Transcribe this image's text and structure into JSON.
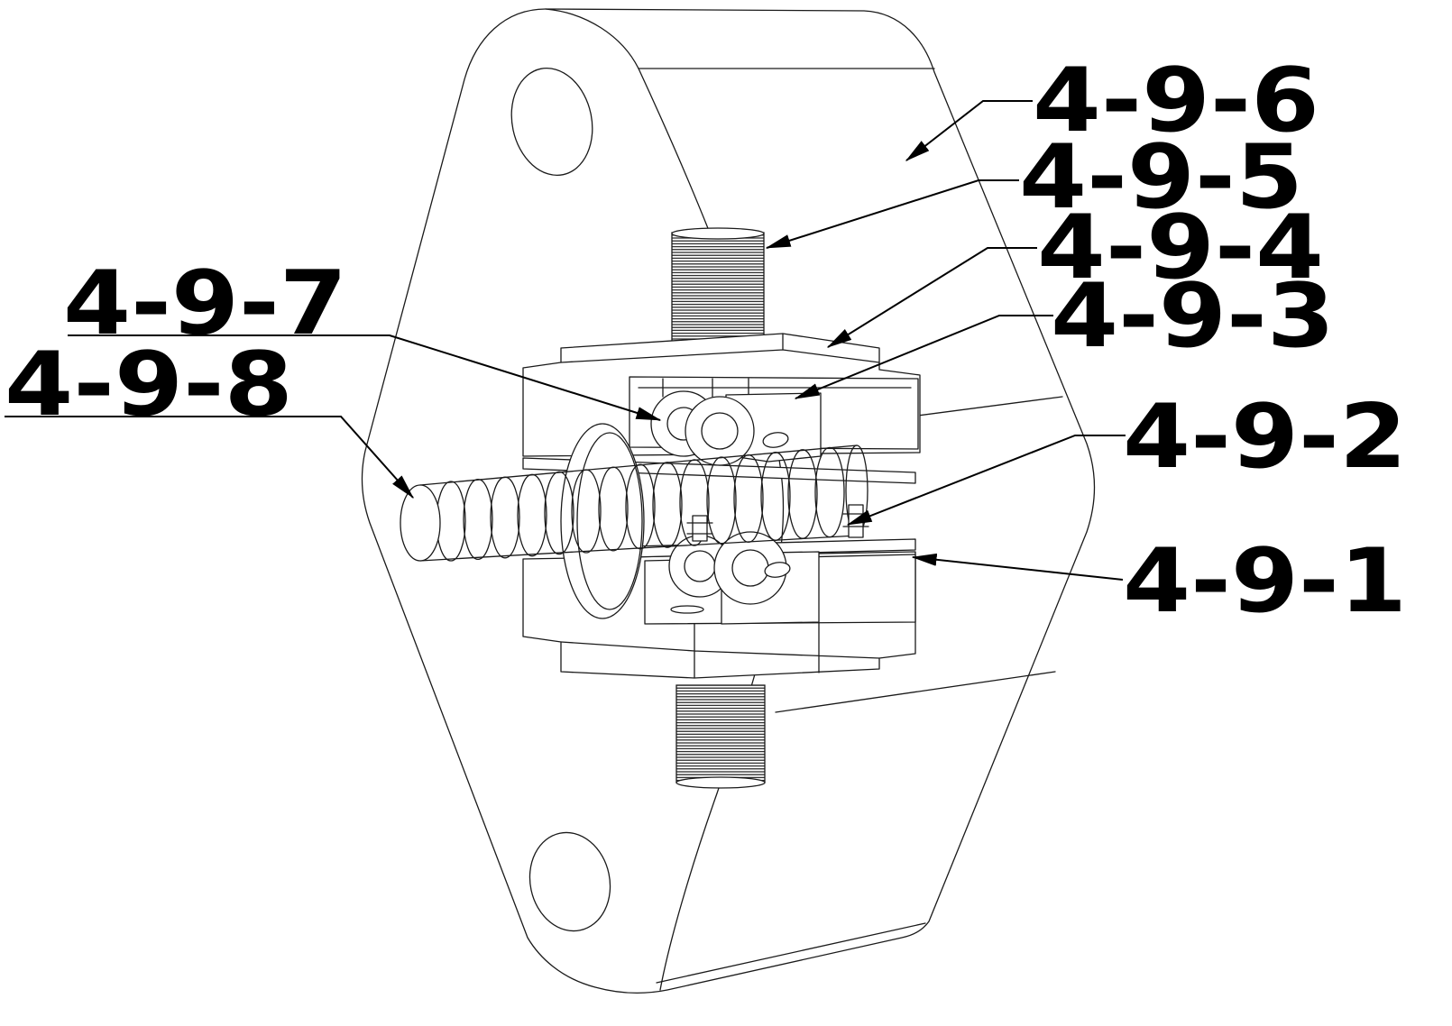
{
  "callouts": [
    "4-9-6",
    "4-9-5",
    "4-9-4",
    "4-9-3",
    "4-9-2",
    "4-9-1",
    "4-9-7",
    "4-9-8"
  ],
  "colors": {
    "ink": "#000000",
    "background": "#ffffff"
  }
}
